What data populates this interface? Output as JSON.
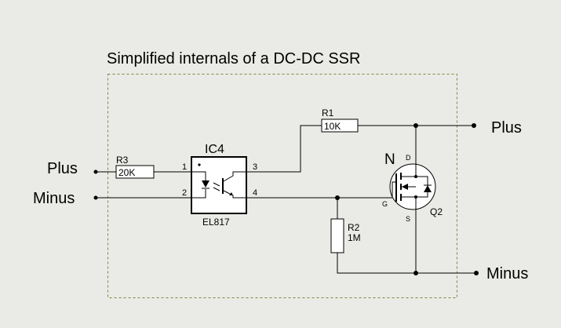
{
  "title": "Simplified internals of a DC-DC SSR",
  "colors": {
    "background": "#eaeae6",
    "wire": "#000000",
    "boundary": "#7a8a3a"
  },
  "terminals": {
    "in_plus": "Plus",
    "in_minus": "Minus",
    "out_plus": "Plus",
    "out_minus": "Minus"
  },
  "components": {
    "r3": {
      "ref": "R3",
      "value": "20K"
    },
    "r1": {
      "ref": "R1",
      "value": "10K"
    },
    "r2": {
      "ref": "R2",
      "value": "1M"
    },
    "ic4": {
      "ref": "IC4",
      "part": "EL817",
      "pins": [
        "1",
        "2",
        "3",
        "4"
      ]
    },
    "q2": {
      "ref": "Q2",
      "channel": "N",
      "gate": "G",
      "drain": "D",
      "source": "S"
    }
  }
}
